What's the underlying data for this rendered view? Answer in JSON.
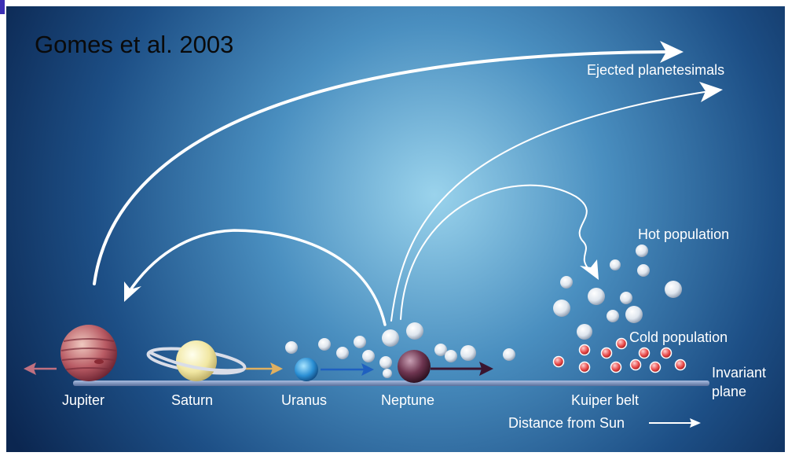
{
  "citation": "Gomes et al. 2003",
  "labels": {
    "ejected": "Ejected planetesimals",
    "hot_population": "Hot population",
    "cold_population": "Cold population",
    "invariant_plane_line1": "Invariant",
    "invariant_plane_line2": "plane",
    "kuiper_belt": "Kuiper belt",
    "distance_from_sun": "Distance from Sun"
  },
  "planets": [
    {
      "name": "Jupiter",
      "color": "#b04a55"
    },
    {
      "name": "Saturn",
      "color": "#f3ecb0"
    },
    {
      "name": "Uranus",
      "color": "#2a8fd4"
    },
    {
      "name": "Neptune",
      "color": "#5a2a3e"
    }
  ],
  "colors": {
    "background_center": "#8ecbe8",
    "background_edge": "#0d2a55",
    "arrow": "#ffffff",
    "cold_population_dot": "#e84a4a",
    "invariant_plane": "#7e94c0"
  }
}
